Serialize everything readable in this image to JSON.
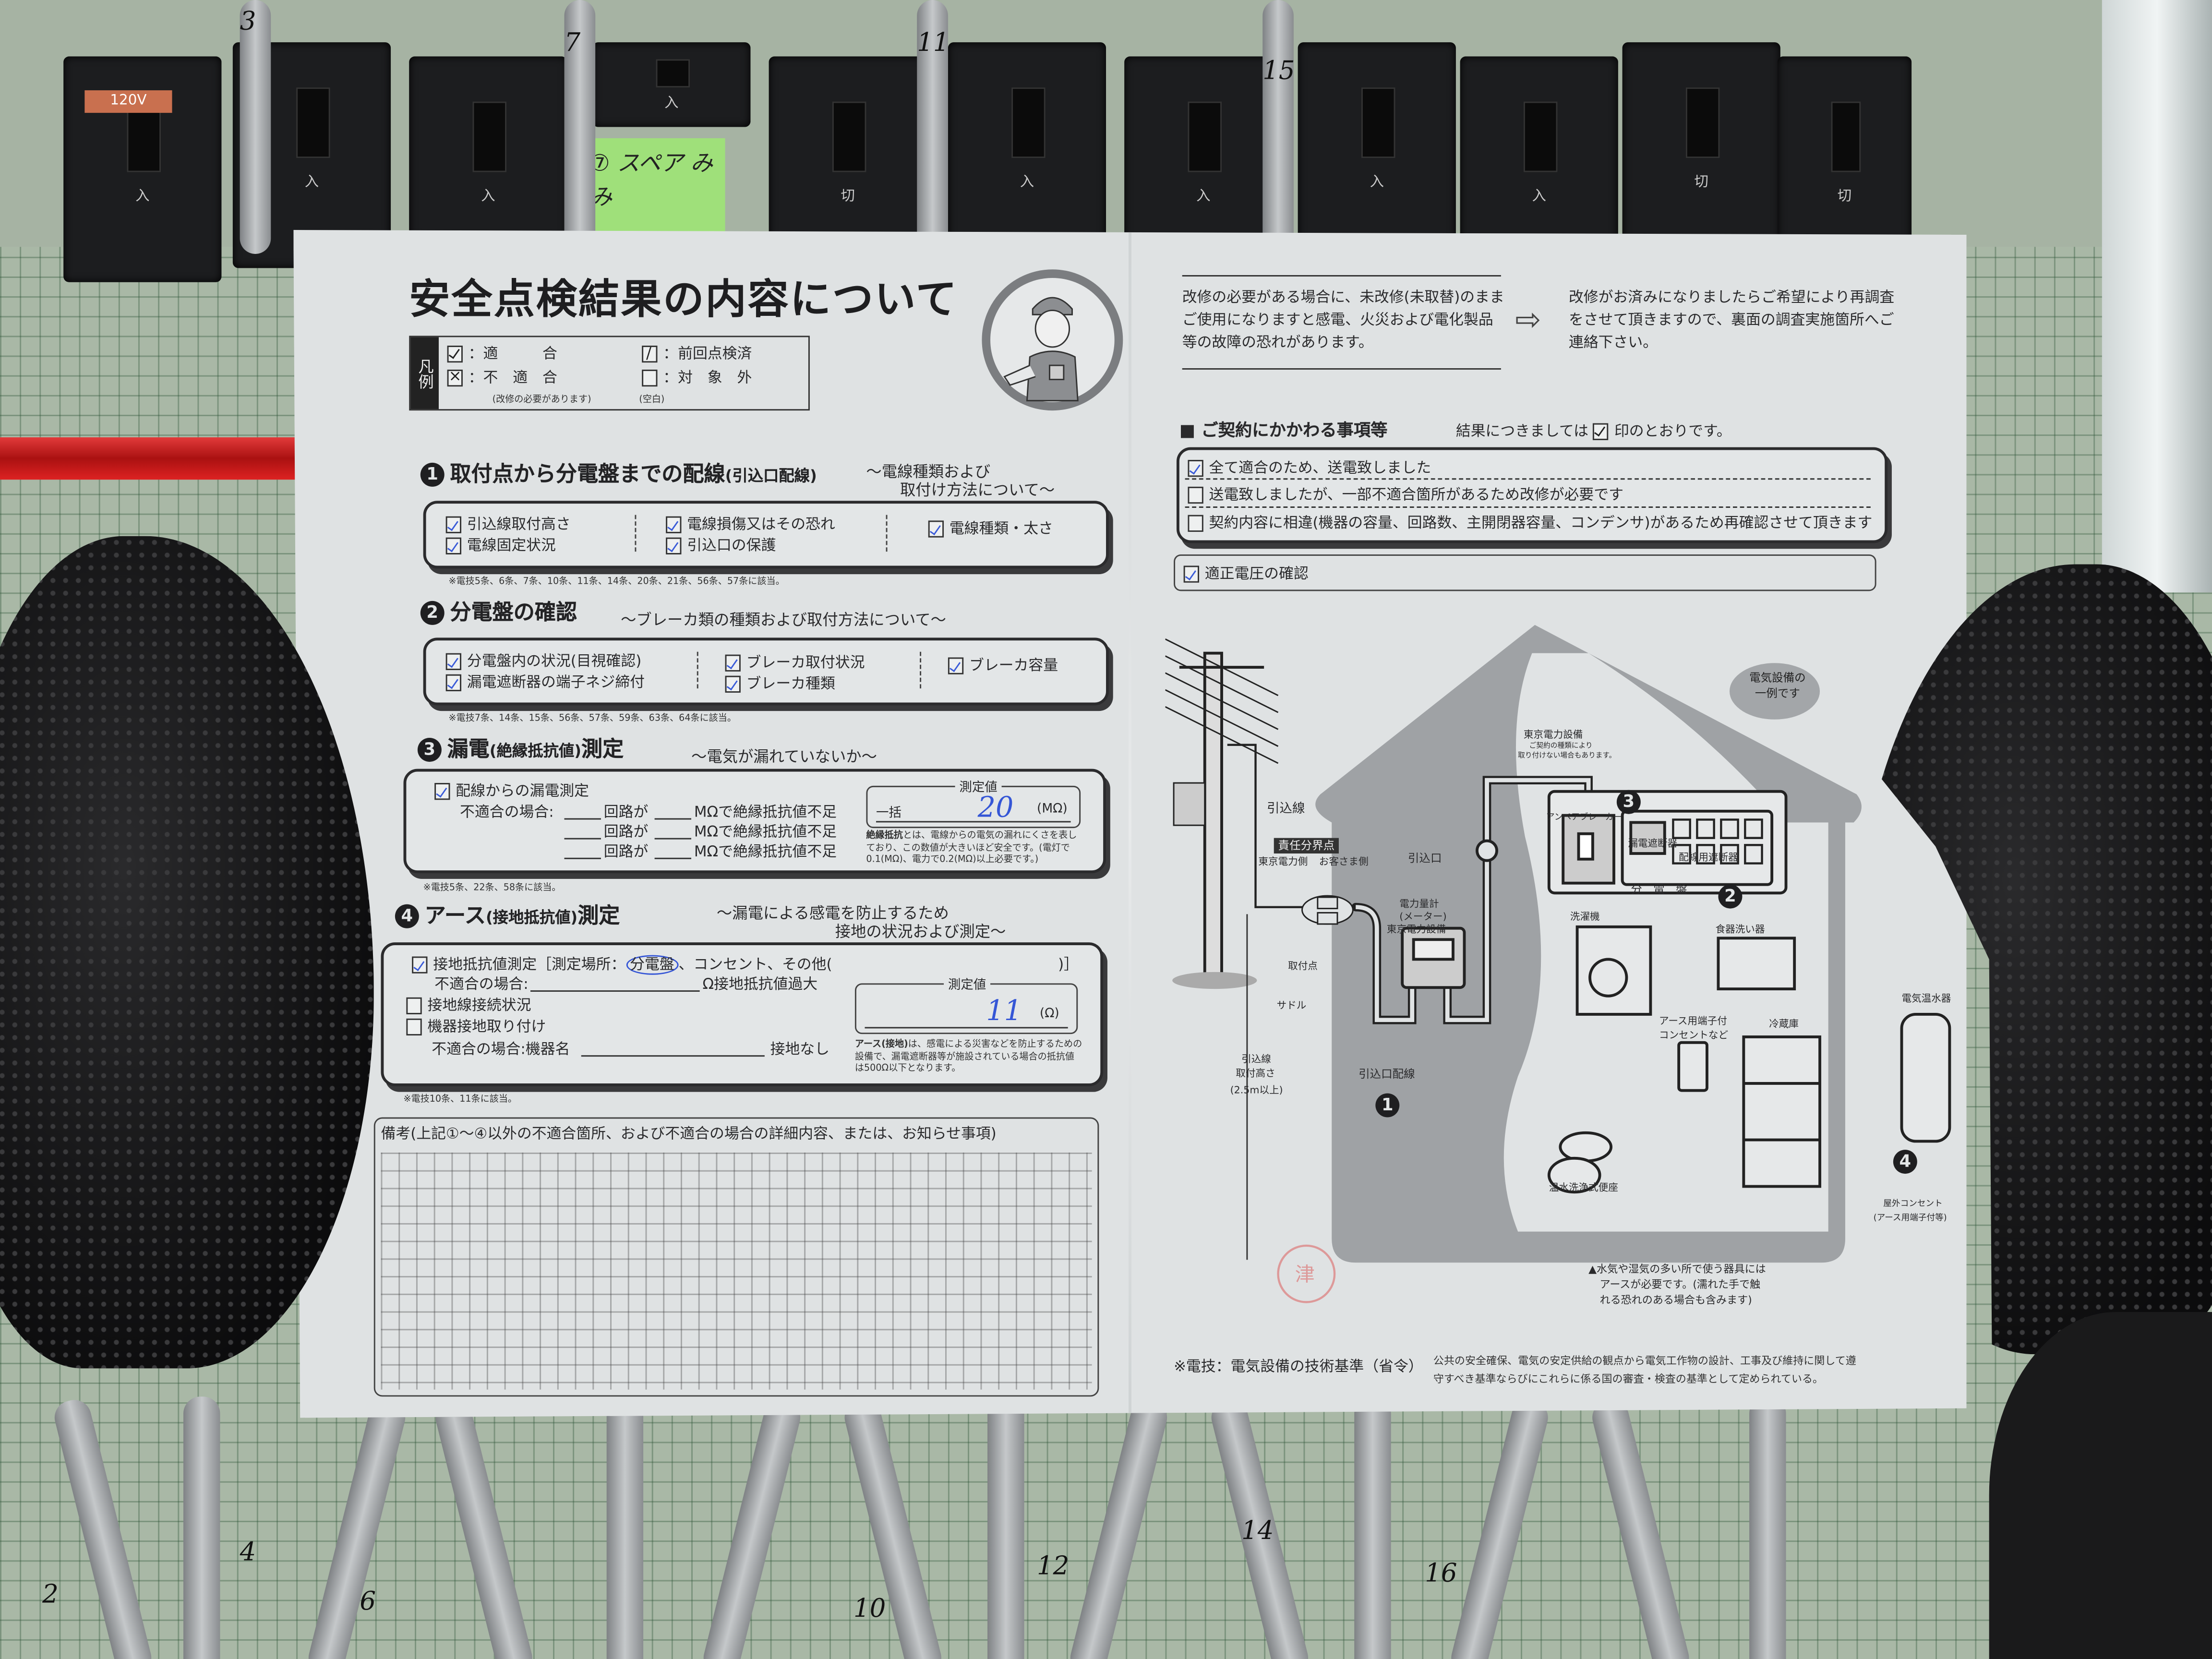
{
  "background": {
    "breaker_labels": [
      "入",
      "入",
      "入",
      "入",
      "切",
      "入",
      "入",
      "入",
      "入",
      "切",
      "切"
    ],
    "breaker_sticker": "120V",
    "note_sticker": "⑦ スペア みみ",
    "top_circuit_numbers": [
      "3",
      "7",
      "11",
      "15"
    ],
    "bottom_circuit_numbers": [
      "2",
      "4",
      "6",
      "10",
      "12",
      "14",
      "16"
    ]
  },
  "left": {
    "title": "安全点検結果の内容について",
    "legend": {
      "label": "凡例",
      "items": [
        {
          "mark": "check",
          "label": "：適　　　合"
        },
        {
          "mark": "cross",
          "label": "：不　適　合",
          "note": "(改修の必要があります)"
        },
        {
          "mark": "slash",
          "label": "：前回点検済"
        },
        {
          "mark": "blank",
          "label": "：対　象　外",
          "note": "(空白)"
        }
      ]
    },
    "section1": {
      "number": "1",
      "title": "取付点から分電盤までの配線",
      "title_paren": "(引込口配線)",
      "subtitle_1": "～電線種類および",
      "subtitle_2": "取付け方法について～",
      "items": [
        "引込線取付高さ",
        "電線固定状況",
        "電線損傷又はその恐れ",
        "引込口の保護",
        "電線種類・太さ"
      ],
      "note": "※電技5条、6条、7条、10条、11条、14条、20条、21条、56条、57条に該当。"
    },
    "section2": {
      "number": "2",
      "title": "分電盤の確認",
      "subtitle": "～ブレーカ類の種類および取付方法について～",
      "items": [
        "分電盤内の状況(目視確認)",
        "漏電遮断器の端子ネジ締付",
        "ブレーカ取付状況",
        "ブレーカ種類",
        "ブレーカ容量"
      ],
      "note": "※電技7条、14条、15条、56条、57条、59条、63条、64条に該当。"
    },
    "section3": {
      "number": "3",
      "title": "漏電",
      "title_paren": "(絶縁抵抗値)",
      "title_end": "測定",
      "subtitle": "～電気が漏れていないか～",
      "item": "配線からの漏電測定",
      "nonconform_label": "不適合の場合:",
      "row_circuit": "回路が",
      "row_result": "MΩで絶縁抵抗値不足",
      "measure_title": "測定値",
      "measure_label": "一括",
      "measure_value": "20",
      "measure_unit": "(MΩ)",
      "explain_bold": "絶縁抵抗",
      "explain": "とは、電線からの電気の漏れにくさを表しており、この数値が大きいほど安全です。(電灯で0.1(MΩ)、電力で0.2(MΩ)以上必要です。)",
      "note": "※電技5条、22条、58条に該当。"
    },
    "section4": {
      "number": "4",
      "title": "アース",
      "title_paren": "(接地抵抗値)",
      "title_end": "測定",
      "subtitle_1": "～漏電による感電を防止するため",
      "subtitle_2": "接地の状況および測定～",
      "item1": "接地抵抗値測定［測定場所：",
      "item1_circled": "分電盤",
      "item1_rest": "、コンセント、その他(",
      "item1_close": ")］",
      "nonconform1": "不適合の場合:",
      "nonconform1_suffix": "Ω接地抵抗値過大",
      "item2": "接地線接続状況",
      "item3": "機器接地取り付け",
      "nonconform2": "不適合の場合:機器名",
      "nonconform2_suffix": "接地なし",
      "measure_title": "測定値",
      "measure_value": "11",
      "measure_unit": "(Ω)",
      "explain_bold": "アース(接地)",
      "explain": "は、感電による災害などを防止するための設備で、漏電遮断器等が施設されている場合の抵抗値は500Ω以下となります。",
      "note": "※電技10条、11条に該当。"
    },
    "remarks_title": "備考(上記①～④以外の不適合箇所、および不適合の場合の詳細内容、または、お知らせ事項)"
  },
  "right": {
    "warning": "改修の必要がある場合に、未改修(未取替)のままご使用になりますと感電、火災および電化製品等の故障の恐れがあります。",
    "followup": "改修がお済みになりましたらご希望により再調査をさせて頂きますので、裏面の調査実施箇所へご連絡下さい。",
    "contract_title": "ご契約にかかわる事項等",
    "contract_result_pre": "結果につきましては",
    "contract_result_post": "印のとおりです。",
    "contract_items": [
      {
        "label": "全て適合のため、送電致しました",
        "checked": true
      },
      {
        "label": "送電致しましたが、一部不適合箇所があるため改修が必要です",
        "checked": false
      },
      {
        "label": "契約内容に相違(機器の容量、回路数、主開閉器容量、コンデンサ)があるため再確認させて頂きます",
        "checked": false
      }
    ],
    "voltage_item": "適正電圧の確認",
    "diagram": {
      "bubble": "電気設備の一例です",
      "service_wire": "引込線",
      "demarcation": "責任分界点",
      "utility_side": "東京電力側",
      "customer_side": "お客さま側",
      "attach_point": "取付点",
      "saddle": "サドル",
      "height_1": "引込線",
      "height_2": "取付高さ",
      "height_3": "(2.5m以上)",
      "meter_1": "電力量計",
      "meter_2": "(メーター)",
      "meter_3": "東京電力設備",
      "entrance": "引込口",
      "entrance_wiring": "引込口配線",
      "utility_equipment": "東京電力設備",
      "utility_equipment_note_1": "ご契約の種類により",
      "utility_equipment_note_2": "取り付けない場合もあります。",
      "ampere_breaker": "アンペアブレーカー",
      "leakage_breaker": "漏電遮断器",
      "wiring_breaker": "配線用遮断器",
      "panel": "分　電　盤",
      "washer": "洗濯機",
      "dishwasher": "食器洗い器",
      "outlet_1": "アース用端子付",
      "outlet_2": "コンセントなど",
      "fridge": "冷蔵庫",
      "toilet": "温水洗浄式便座",
      "water_heater": "電気温水器",
      "outdoor_1": "屋外コンセント",
      "outdoor_2": "(アース用端子付等)",
      "num1": "1",
      "num2": "2",
      "num3": "3",
      "num4": "4",
      "note_1": "▲水気や湿気の多い所で使う器具には",
      "note_2": "アースが必要です。(濡れた手で触",
      "note_3": "れる恐れのある場合も含みます)",
      "stamp": "津"
    },
    "footnote_head": "※電技：電気設備の技術基準（省令）",
    "footnote_1": "公共の安全確保、電気の安定供給の観点から電気工作物の設計、工事及び維持に関して遵",
    "footnote_2": "守すべき基準ならびにこれらに係る国の審査・検査の基準として定められている。"
  },
  "colors": {
    "pen": "#3556d6",
    "paper": "#dfe2e3",
    "ink": "#2a2a2c"
  }
}
